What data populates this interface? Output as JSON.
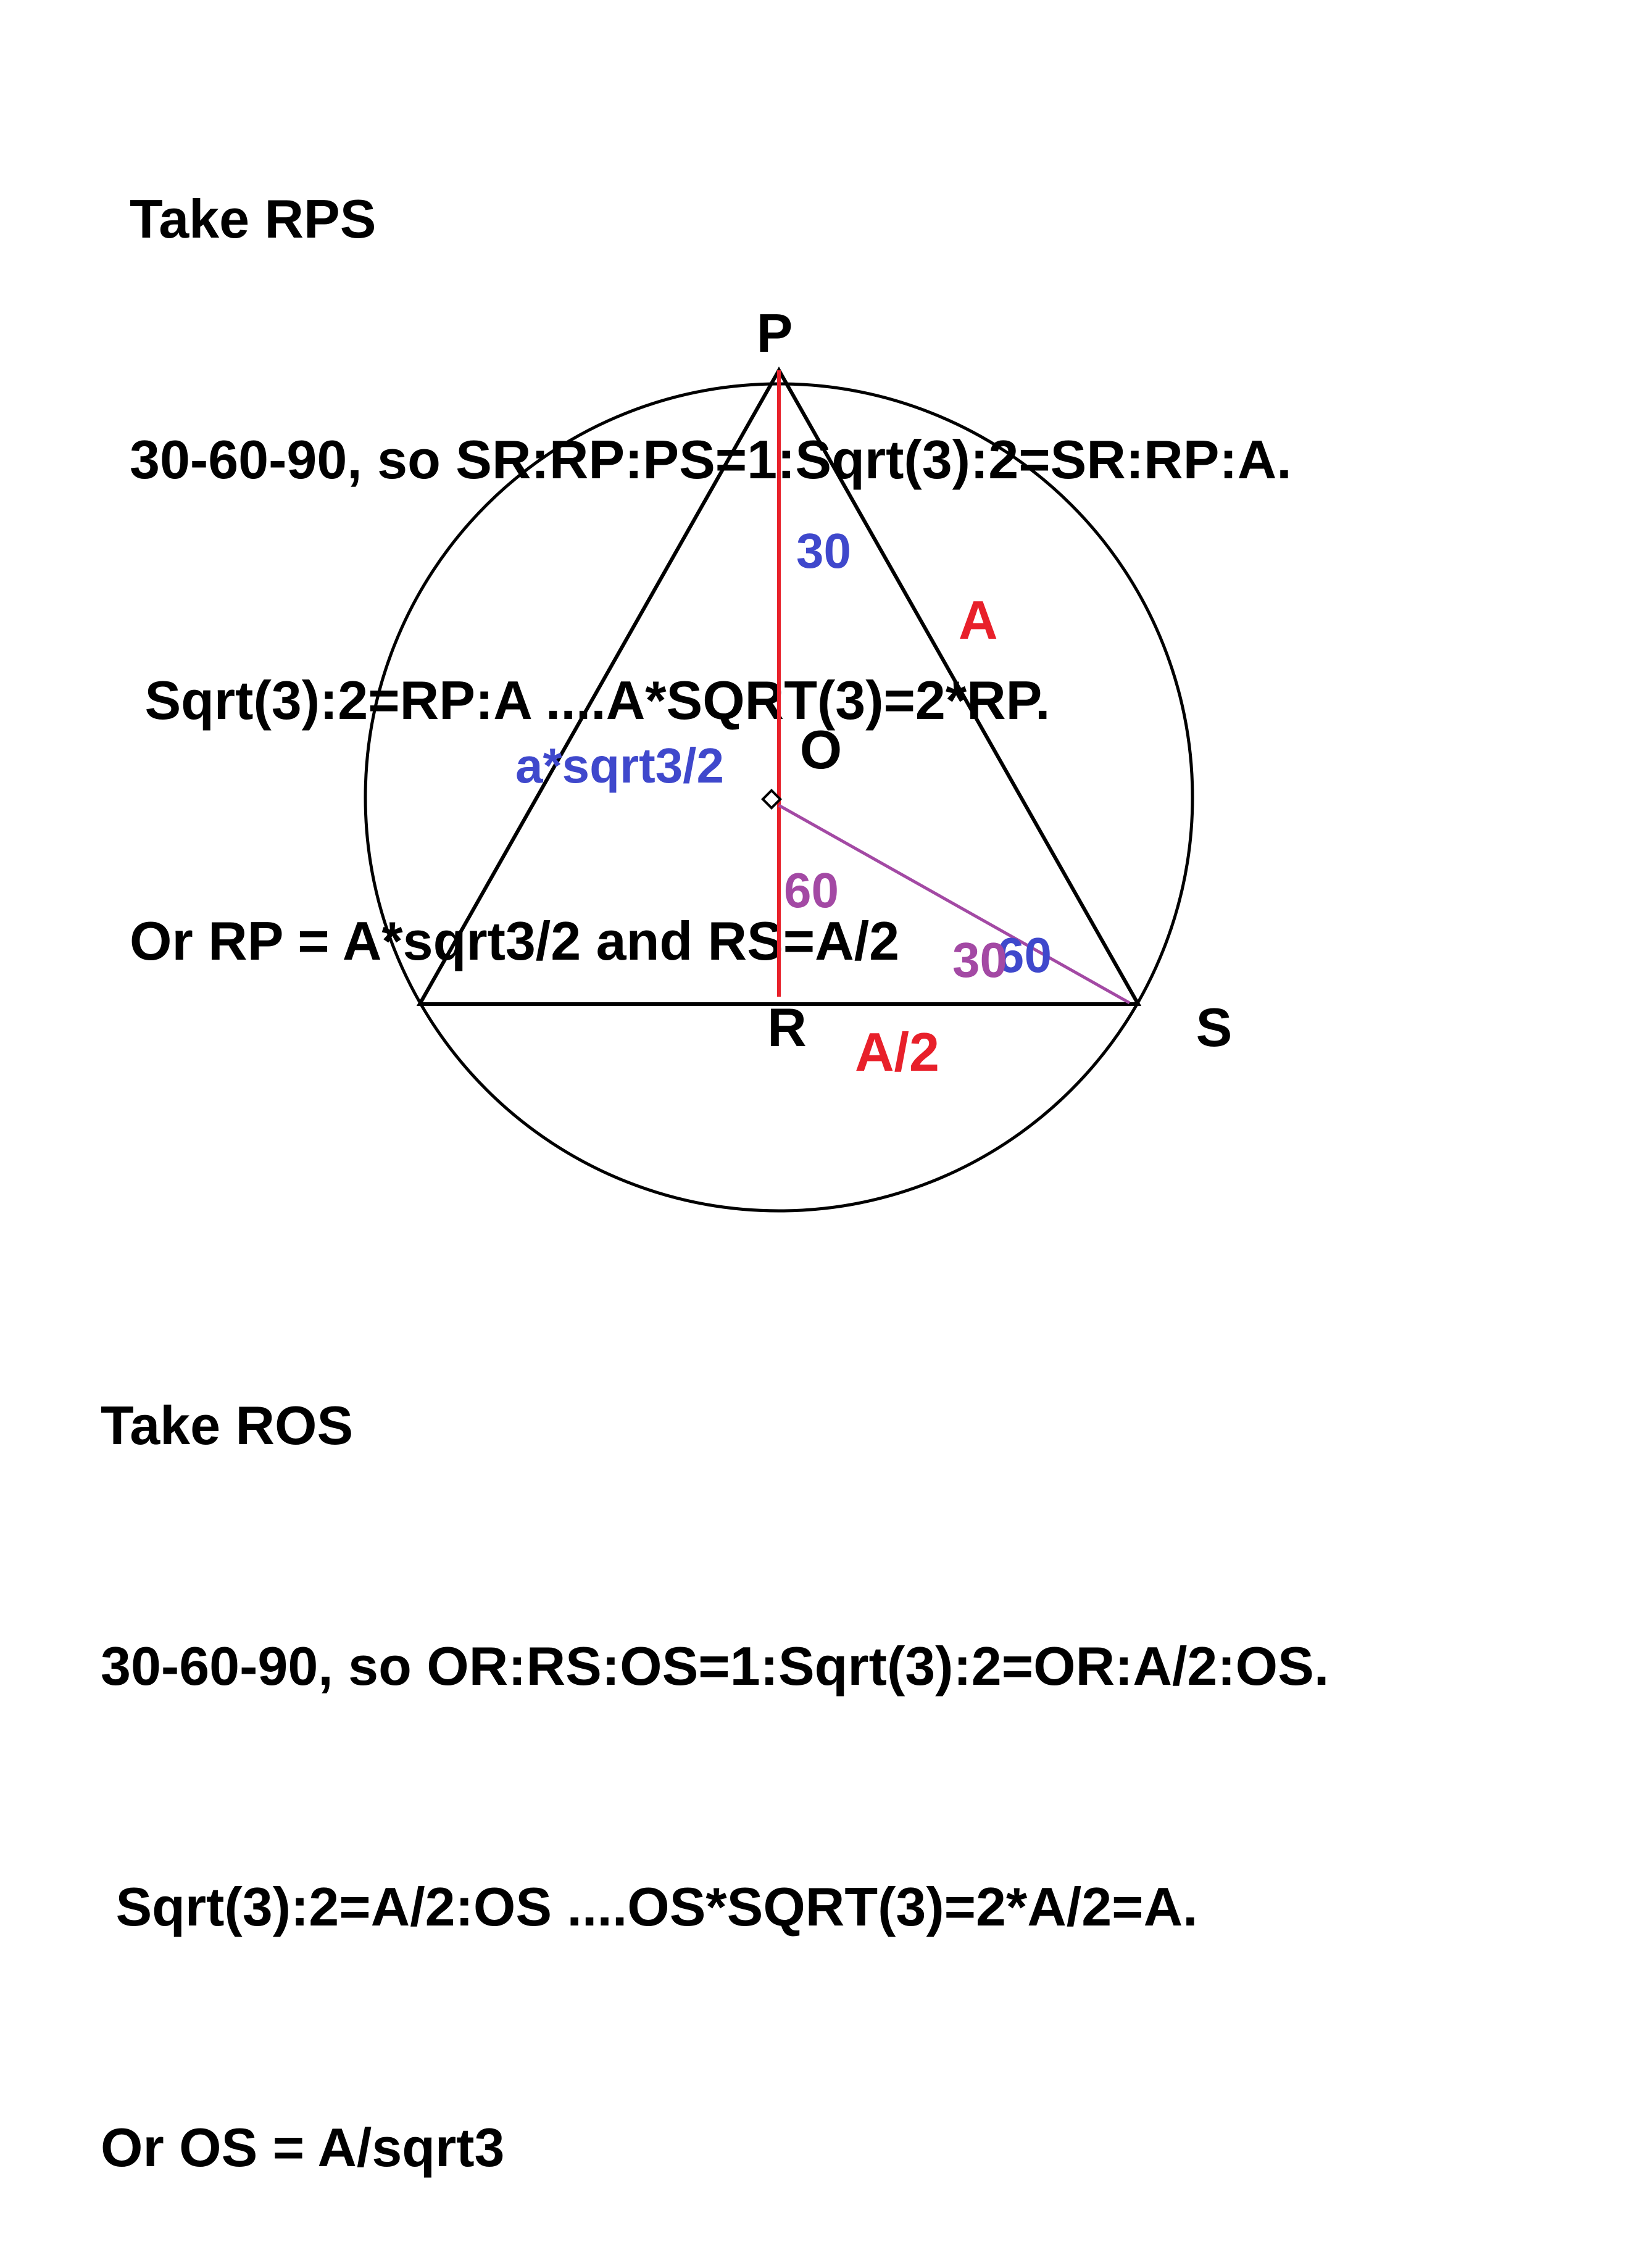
{
  "colors": {
    "line": "#000000",
    "red": "#e8202a",
    "blue": "#3f48cc",
    "purple": "#a349a4"
  },
  "top_text": {
    "line1": "Take RPS",
    "line2": "30-60-90, so SR:RP:PS=1:Sqrt(3):2=SR:RP:A.",
    "line3": " Sqrt(3):2=RP:A ....A*SQRT(3)=2*RP.",
    "line4": "Or RP = A*sqrt3/2 and RS=A/2"
  },
  "bottom_text": {
    "line1": "Take ROS",
    "line2": "30-60-90, so OR:RS:OS=1:Sqrt(3):2=OR:A/2:OS.",
    "line3": " Sqrt(3):2=A/2:OS ....OS*SQRT(3)=2*A/2=A.",
    "line4": "Or OS = A/sqrt3"
  },
  "diagram": {
    "points": {
      "P": "P",
      "O": "O",
      "R": "R",
      "S": "S"
    },
    "labels": {
      "angle_top": "30",
      "side_A": "A",
      "altitude": "a*sqrt3/2",
      "angle_lower": "60",
      "angle_s_30": "30",
      "angle_s_60": "60",
      "half_side": "A/2"
    }
  }
}
